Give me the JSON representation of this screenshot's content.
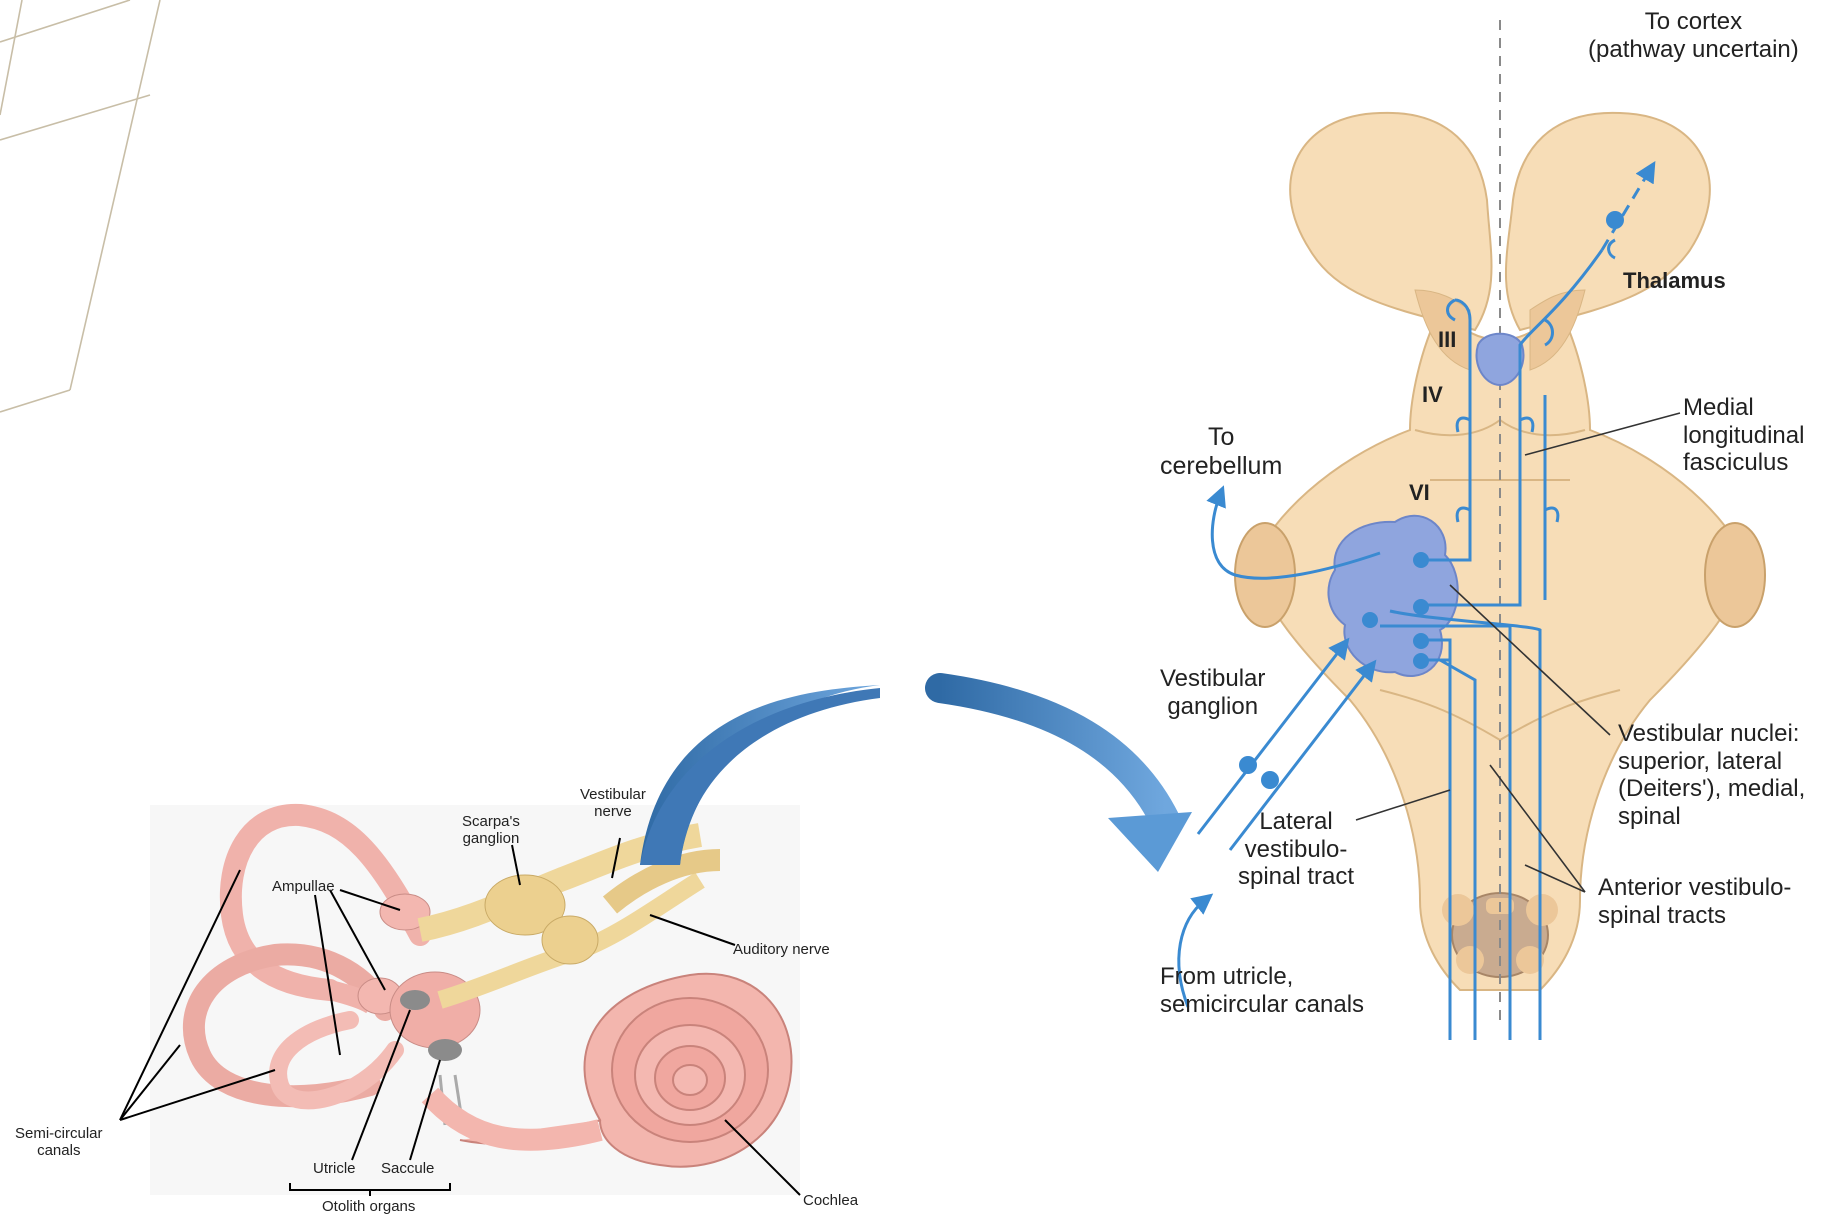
{
  "inner_ear": {
    "scarpas_ganglion": [
      "Scarpa's",
      "ganglion"
    ],
    "vestibular_nerve": [
      "Vestibular",
      "nerve"
    ],
    "ampullae": "Ampullae",
    "auditory_nerve": "Auditory nerve",
    "semicircular_canals": [
      "Semi-circular",
      "canals"
    ],
    "utricle": "Utricle",
    "saccule": "Saccule",
    "otolith_organs": "Otolith organs",
    "cochlea": "Cochlea"
  },
  "brainstem": {
    "to_cortex": [
      "To cortex",
      "(pathway uncertain)"
    ],
    "thalamus": "Thalamus",
    "nucleus_iii": "III",
    "nucleus_iv": "IV",
    "nucleus_vi": "VI",
    "to_cerebellum": [
      "To",
      "cerebellum"
    ],
    "mlf": [
      "Medial",
      "longitudinal",
      "fasciculus"
    ],
    "vestibular_ganglion": [
      "Vestibular",
      "ganglion"
    ],
    "vestibular_nuclei": [
      "Vestibular nuclei:",
      "superior, lateral",
      "(Deiters'), medial,",
      "spinal"
    ],
    "lateral_tract": [
      "Lateral",
      "vestibulo-",
      "spinal tract"
    ],
    "anterior_tracts": [
      "Anterior vestibulo-",
      "spinal tracts"
    ],
    "from_utricle": [
      "From utricle,",
      "semicircular canals"
    ]
  },
  "colors": {
    "tissue": "#f7ddb7",
    "tissue_dark": "#ecc799",
    "pathway": "#3a8ad1",
    "nucleus": "#8fa5de",
    "inner_ear": "#f2b3ad",
    "ganglion": "#efd79b",
    "arrow": "#4a86c2",
    "deco_lines": "#c8bea7"
  }
}
